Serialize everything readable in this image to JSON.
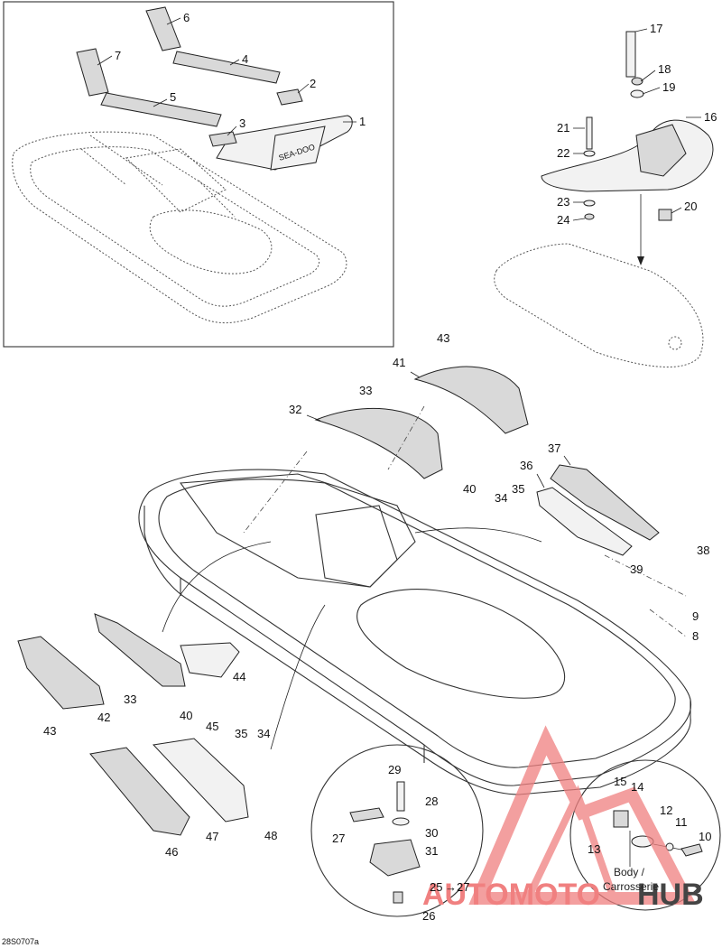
{
  "diagram_code": "28S0707a",
  "detail_caption_line1": "Body /",
  "detail_caption_line2": "Carrosserie",
  "detail_arrow_label": "25",
  "detail_arrow_target": "27",
  "watermark": {
    "part1": "AUTOMOTO",
    "part2": "HUB",
    "color_primary": "#f08080",
    "color_secondary": "#444444"
  },
  "callouts": {
    "n1": "1",
    "n2": "2",
    "n3": "3",
    "n4": "4",
    "n5": "5",
    "n6": "6",
    "n7": "7",
    "n8": "8",
    "n9": "9",
    "n10": "10",
    "n11": "11",
    "n12": "12",
    "n13": "13",
    "n14": "14",
    "n15": "15",
    "n16": "16",
    "n17": "17",
    "n18": "18",
    "n19": "19",
    "n20": "20",
    "n21": "21",
    "n22": "22",
    "n23": "23",
    "n24": "24",
    "n26": "26",
    "n27": "27",
    "n28": "28",
    "n29": "29",
    "n30": "30",
    "n31": "31",
    "n32": "32",
    "n33a": "33",
    "n33b": "33",
    "n34a": "34",
    "n34b": "34",
    "n35a": "35",
    "n35b": "35",
    "n36": "36",
    "n37": "37",
    "n38": "38",
    "n39": "39",
    "n40a": "40",
    "n40b": "40",
    "n41": "41",
    "n42": "42",
    "n43a": "43",
    "n43b": "43",
    "n44": "44",
    "n45": "45",
    "n46": "46",
    "n47": "47",
    "n48": "48"
  }
}
